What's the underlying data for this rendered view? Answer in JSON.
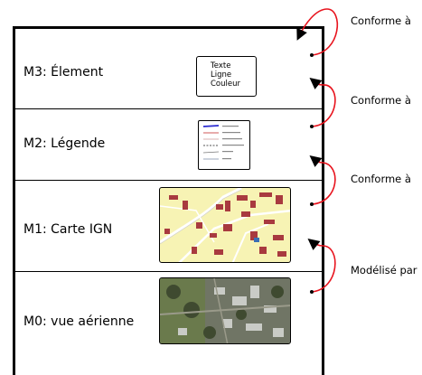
{
  "levels": [
    {
      "label": "M3: Élement"
    },
    {
      "label": "M2: Légende"
    },
    {
      "label": "M1: Carte IGN"
    },
    {
      "label": "M0: vue aérienne"
    }
  ],
  "element_box": {
    "lines": [
      "Texte",
      "Ligne",
      "Couleur"
    ]
  },
  "relations": [
    {
      "label": "Conforme à"
    },
    {
      "label": "Conforme à"
    },
    {
      "label": "Conforme à"
    },
    {
      "label": "Modélisé par"
    }
  ],
  "colors": {
    "arrow": "#e8141e",
    "frame": "#000000",
    "map_bg": "#f7f3b4",
    "building": "#a83a3f",
    "aerial": "#5f6a4a"
  }
}
